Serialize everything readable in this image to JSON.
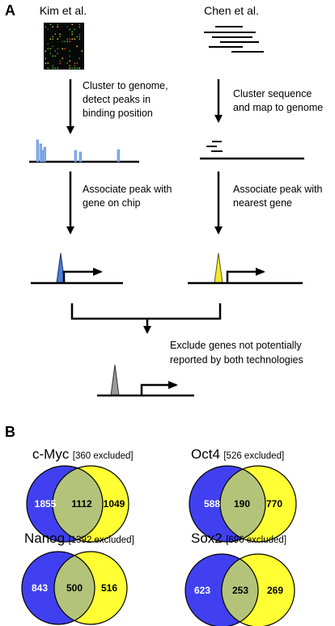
{
  "panel_a": {
    "label": "A",
    "left_source": "Kim et al.",
    "right_source": "Chen et al.",
    "left_step1": [
      "Cluster to genome,",
      "detect peaks in",
      "binding position"
    ],
    "right_step1": [
      "Cluster sequence",
      "and map to genome"
    ],
    "left_step2": [
      "Associate peak with",
      "gene on chip"
    ],
    "right_step2": [
      "Associate peak with",
      "nearest gene"
    ],
    "merge_step": [
      "Exclude genes not potentially",
      "reported by both technologies"
    ],
    "colors": {
      "kim_peak": "#4a7fd8",
      "chen_peak": "#f2ea2a",
      "merged_peak": "#999999"
    }
  },
  "panel_b": {
    "label": "B",
    "colors": {
      "left": "#4040f0",
      "right": "#ffff33",
      "overlap": "#b3c47a"
    },
    "venns": [
      {
        "name": "c-Myc",
        "excluded": "[360 excluded]",
        "left": "1855",
        "both": "1112",
        "right": "1049"
      },
      {
        "name": "Oct4",
        "excluded": "[526 excluded]",
        "left": "588",
        "both": "190",
        "right": "770"
      },
      {
        "name": "Nanog",
        "excluded": "[1392  excluded]",
        "left": "843",
        "both": "500",
        "right": "516"
      },
      {
        "name": "Sox2",
        "excluded": "[696 excluded]",
        "left": "623",
        "both": "253",
        "right": "269"
      }
    ]
  }
}
